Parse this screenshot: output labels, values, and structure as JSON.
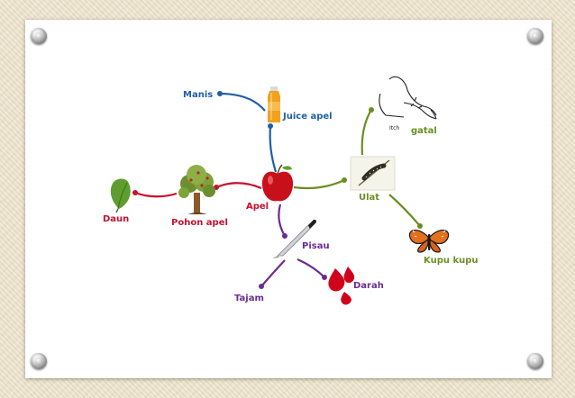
{
  "colors": {
    "background": "#efe5cf",
    "red": "#c8102e",
    "blue": "#1f5fa8",
    "green": "#6b8e23",
    "purple": "#6a2c91"
  },
  "nodes": {
    "apple": "Apel",
    "tree": "Pohon apel",
    "leaf": "Daun",
    "juice": "Juice apel",
    "sweet": "Manis",
    "caterpillar": "Ulat",
    "itchy": "gatal",
    "itchy_caption": "Itch",
    "butterfly": "Kupu kupu",
    "knife": "Pisau",
    "sharp": "Tajam",
    "blood": "Darah"
  },
  "icons": {
    "apple": "apple-icon",
    "tree": "tree-icon",
    "leaf": "leaf-icon",
    "juice": "juice-bottle-icon",
    "caterpillar": "caterpillar-icon",
    "itch": "itch-person-icon",
    "butterfly": "butterfly-icon",
    "knife": "knife-icon",
    "blood": "blood-drops-icon"
  }
}
